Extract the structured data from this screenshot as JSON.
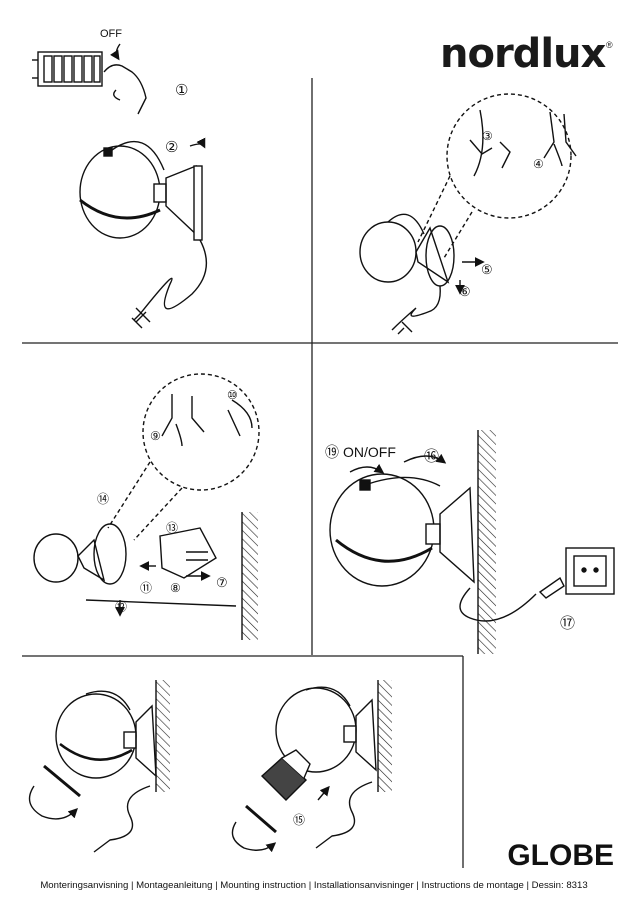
{
  "brand": "nordlux",
  "brand_mark": "®",
  "product": "GLOBE",
  "footer": "Monteringsanvisning | Montageanleitung | Mounting instruction | Installationsanvisninger | Instructions de montage | Dessin: 8313",
  "labels": {
    "off": "OFF",
    "on_off": "ON/OFF"
  },
  "steps": [
    "①",
    "②",
    "③",
    "④",
    "⑤",
    "⑥",
    "⑦",
    "⑧",
    "⑨",
    "⑩",
    "⑪",
    "⑫",
    "⑬",
    "⑭",
    "⑮",
    "⑯",
    "⑰",
    "⑲"
  ]
}
